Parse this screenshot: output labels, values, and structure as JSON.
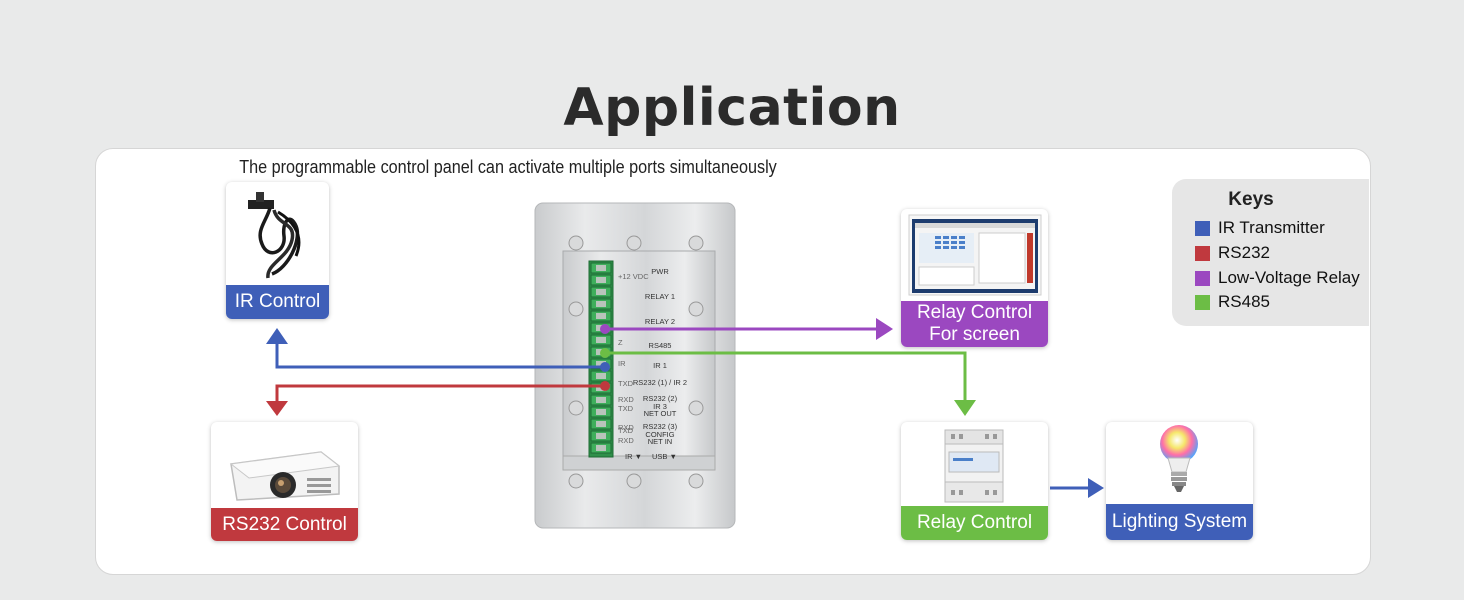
{
  "title": "Application",
  "subtitle": "The programmable control panel can activate multiple ports simultaneously",
  "colors": {
    "ir": "#3f5fb8",
    "rs232": "#c0393e",
    "relay": "#9b48c0",
    "rs485": "#6cbd45"
  },
  "nodes": {
    "ir_control": {
      "label": "IR Control",
      "icon": "ir-emitter-cable-icon"
    },
    "rs232_control": {
      "label": "RS232 Control",
      "icon": "projector-icon"
    },
    "relay_screen": {
      "label_line1": "Relay Control",
      "label_line2": "For screen",
      "icon": "screen-icon"
    },
    "relay_control": {
      "label": "Relay Control",
      "icon": "din-relay-module-icon"
    },
    "lighting": {
      "label": "Lighting System",
      "icon": "light-bulb-icon"
    }
  },
  "panel": {
    "ports": [
      "PWR",
      "RELAY 1",
      "RELAY 2",
      "RS485",
      "IR 1",
      "RS232 (1) / IR 2",
      "RS232 (2)",
      "IR 3",
      "NET OUT",
      "RS232 (3)",
      "CONFIG",
      "NET IN"
    ],
    "pins": [
      "+12 VDC",
      "Z",
      "IR",
      "TXD",
      "RXD",
      "TXD",
      "RXD",
      "TXD",
      "RXD"
    ],
    "bottom_left": "IR",
    "bottom_right": "USB"
  },
  "keys": {
    "title": "Keys",
    "items": [
      {
        "label": "IR Transmitter",
        "color": "#3f5fb8"
      },
      {
        "label": "RS232",
        "color": "#c0393e"
      },
      {
        "label": "Low-Voltage Relay",
        "color": "#9b48c0"
      },
      {
        "label": "RS485",
        "color": "#6cbd45"
      }
    ]
  }
}
